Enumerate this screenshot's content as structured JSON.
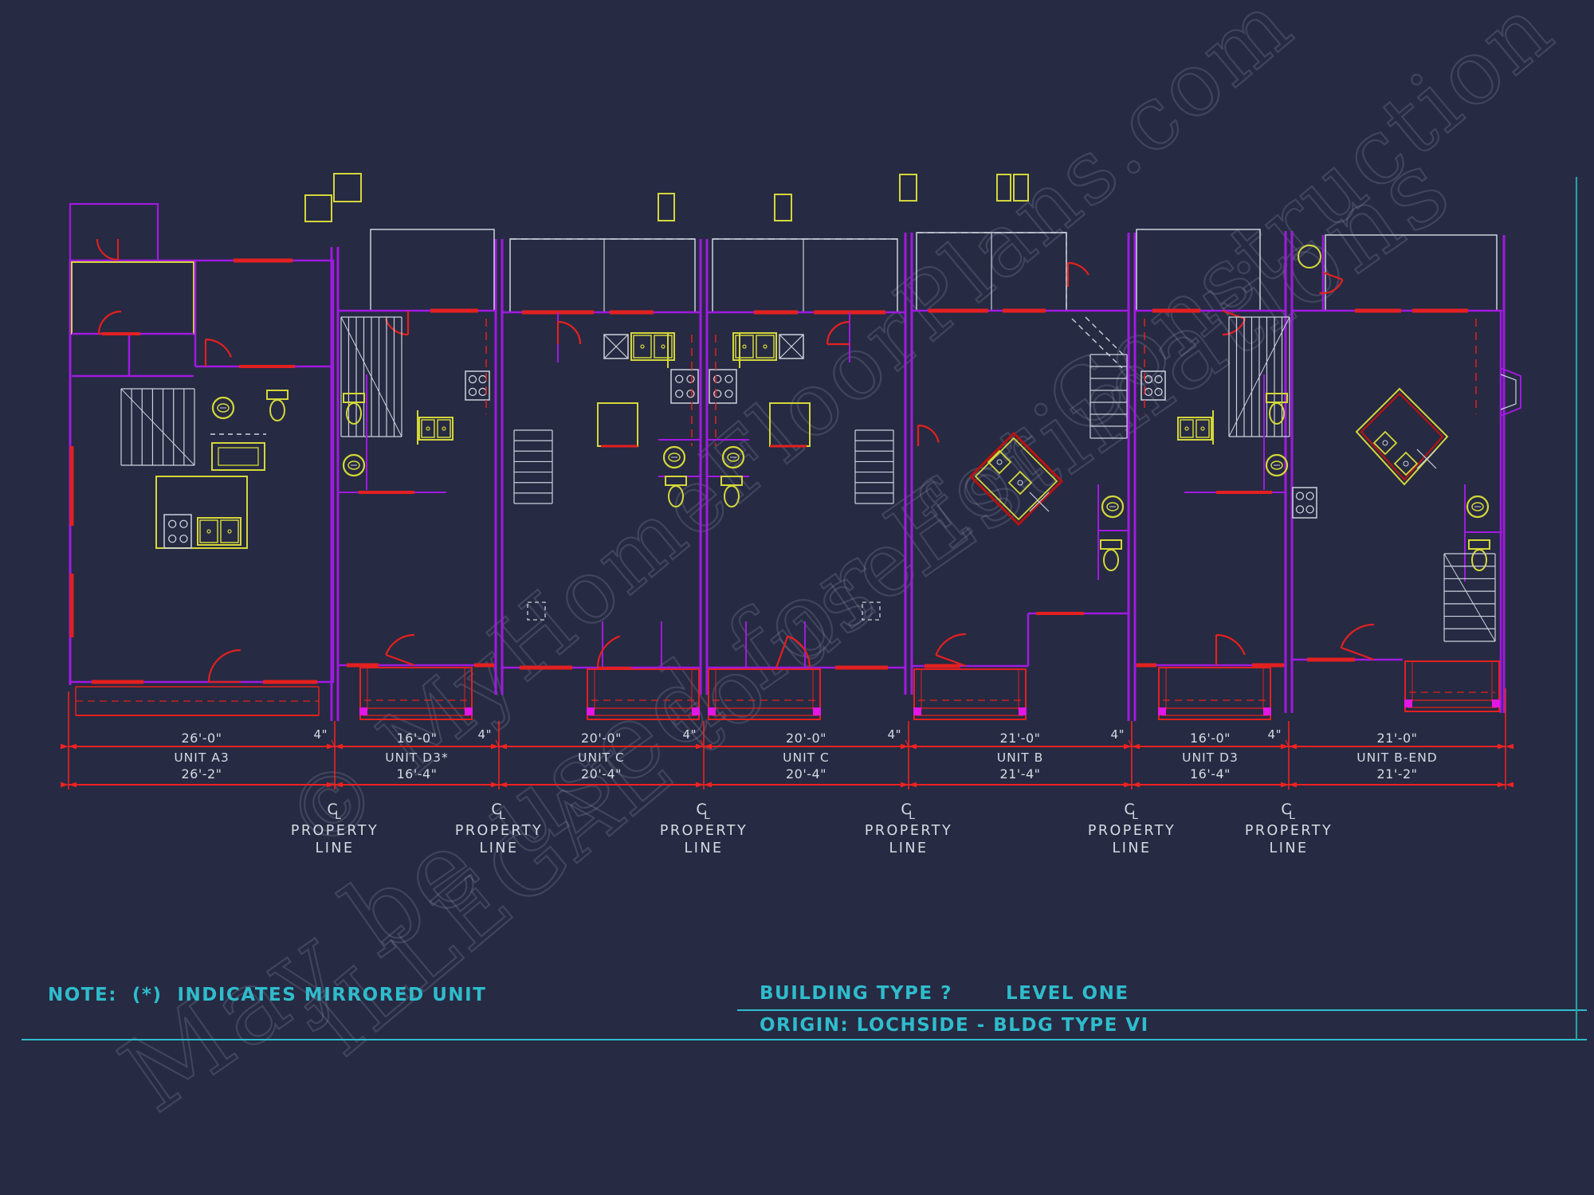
{
  "sheet": {
    "note": "NOTE:  (*)  INDICATES MIRRORED UNIT",
    "building_type": "BUILDING TYPE ?",
    "level": "LEVEL ONE",
    "origin": "ORIGIN: LOCHSIDE - BLDG TYPE VI"
  },
  "watermark": {
    "line1": "© MyHomeFloorPlans.com",
    "line2": "ILLEGAL to use for Construction",
    "line3": "May be used for Estimations"
  },
  "dimensions": {
    "party_wall_offset_label": "4\"",
    "units": [
      {
        "name": "UNIT A3",
        "width": "26'-0\"",
        "overall": "26'-2\""
      },
      {
        "name": "UNIT D3*",
        "width": "16'-0\"",
        "overall": "16'-4\""
      },
      {
        "name": "UNIT C",
        "width": "20'-0\"",
        "overall": "20'-4\""
      },
      {
        "name": "UNIT C",
        "width": "20'-0\"",
        "overall": "20'-4\""
      },
      {
        "name": "UNIT B",
        "width": "21'-0\"",
        "overall": "21'-4\""
      },
      {
        "name": "UNIT D3",
        "width": "16'-0\"",
        "overall": "16'-4\""
      },
      {
        "name": "UNIT B-END",
        "width": "21'-0\"",
        "overall": "21'-2\""
      }
    ],
    "property_line": {
      "centerline": "CL",
      "top": "PROPERTY",
      "bottom": "LINE"
    }
  },
  "colors": {
    "background": "#262a42",
    "wall": "#a01ae0",
    "red": "#e32020",
    "dim_red": "#ef2222",
    "dark_red": "#b31414",
    "yellow": "#d4d73a",
    "gray": "#ccd2dd",
    "magenta": "#e316e3",
    "cyan": "#2fbccc",
    "teal": "#2d9e9e",
    "watermark": "#8b93ad",
    "dim_text": "#d6dae3"
  }
}
